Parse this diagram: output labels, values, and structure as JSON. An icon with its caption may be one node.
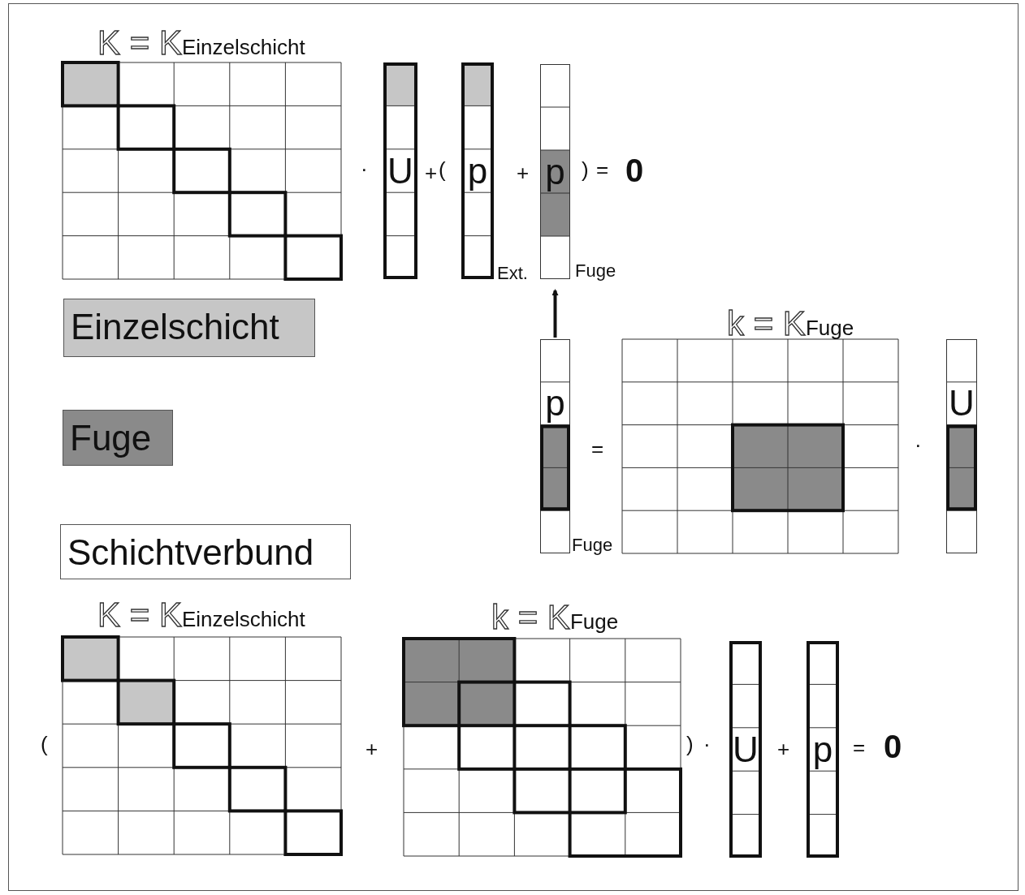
{
  "diagram": {
    "nodes": [
      {
        "text": [
          "U"
        ]
      },
      {
        "text": [
          "p"
        ],
        "beside": [
          "Ext."
        ]
      },
      {
        "text": [
          "p"
        ],
        "beside": [
          "Fuge"
        ]
      },
      {
        "text": [
          "Einzelschicht"
        ]
      },
      {
        "text": [
          "p"
        ],
        "beside": [
          "Fuge"
        ]
      },
      {
        "text": [
          "U"
        ]
      },
      {
        "text": [
          "Fuge"
        ]
      },
      {
        "text": [
          "Schichtverbund"
        ]
      },
      {
        "text": [
          "U"
        ]
      },
      {
        "text": [
          "p"
        ]
      }
    ],
    "edges": [
      {
        "from": 4,
        "to": 2,
        "arrow": "to"
      }
    ],
    "labels": [
      "K = K$_{Einzelschicht}$",
      "·",
      "+",
      "(",
      "+",
      ")",
      "=",
      "0",
      "k = K$_{Fuge}$",
      "=",
      "·",
      "K = K$_{Einzelschicht}$",
      "k = K$_{Fuge}$",
      "(",
      "+",
      ")",
      "·",
      "+",
      "=",
      "0"
    ]
  }
}
